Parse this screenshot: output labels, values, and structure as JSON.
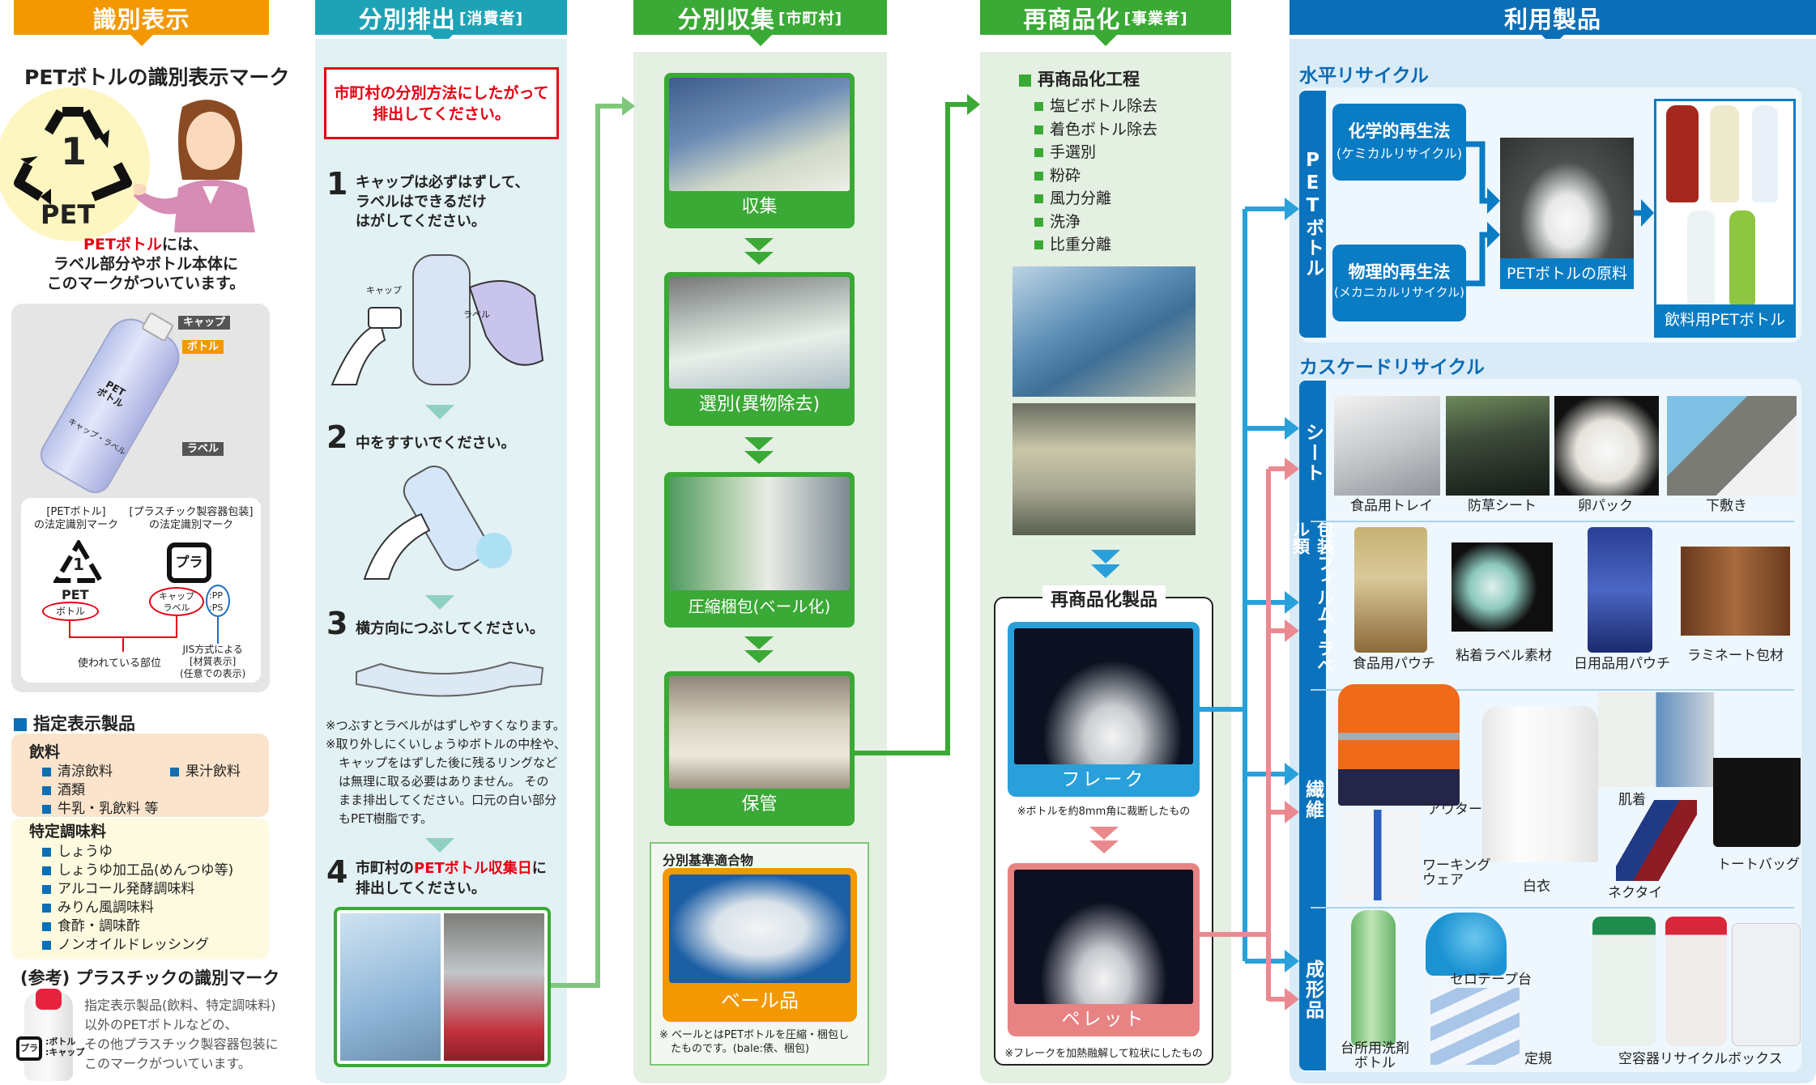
{
  "headers": {
    "col1": "識別表示",
    "col2": "分別排出",
    "col2_sub": "[消費者]",
    "col3": "分別収集",
    "col3_sub": "[市町村]",
    "col4": "再商品化",
    "col4_sub": "[事業者]",
    "col5": "利用製品"
  },
  "colors": {
    "orange": "#f39800",
    "teal": "#1ea3b6",
    "green": "#3aa935",
    "light_green": "#7ec77b",
    "blue": "#0b6fb8",
    "flake_blue": "#29a0da",
    "pellet_pink": "#e88384",
    "red": "#e60012"
  },
  "identification": {
    "title": "PETボトルの識別表示マーク",
    "mark_number": "1",
    "mark_label": "PET",
    "caption_red": "PETボトル",
    "caption_rest": "には、",
    "caption_line2": "ラベル部分やボトル本体に",
    "caption_line3": "このマークがついています。",
    "bottle_tags": {
      "cap": "キャップ",
      "bottle": "ボトル",
      "label": "ラベル"
    },
    "bottle_mark_pet": "PET",
    "bottle_mark_pet_sub": "ボトル",
    "bottle_mark_pla_sub": "キャップ・ラベル",
    "legal_pet_title": "[PETボトル]",
    "legal_pet_sub": "の法定識別マーク",
    "legal_pla_title": "[プラスチック製容器包装]",
    "legal_pla_sub": "の法定識別マーク",
    "pla_glyph": "プラ",
    "pet_oval": "ボトル",
    "pla_oval_1": "キャップ",
    "pla_oval_2": "ラベル",
    "jis_1": ":PP",
    "jis_2": ":PS",
    "used_part": "使われている部位",
    "jis_note_1": "JIS方式による",
    "jis_note_2": "[材質表示]",
    "jis_note_3": "(任意での表示)"
  },
  "designated": {
    "title": "指定表示製品",
    "beverages": {
      "title": "飲料",
      "items": [
        "清涼飲料",
        "果汁飲料",
        "酒類",
        "牛乳・乳飲料 等"
      ]
    },
    "seasonings": {
      "title": "特定調味料",
      "items": [
        "しょうゆ",
        "しょうゆ加工品(めんつゆ等)",
        "アルコール発酵調味料",
        "みりん風調味料",
        "食酢・調味酢",
        "ノンオイルドレッシング"
      ]
    }
  },
  "reference": {
    "title": "(参考) プラスチックの識別マーク",
    "mark_bottle": ":ボトル",
    "mark_cap": ":キャップ",
    "text": [
      "指定表示製品(飲料、特定調味料)",
      "以外のPETボトルなどの、",
      "その他プラスチック製容器包装に",
      "このマークがついています。"
    ]
  },
  "discharge": {
    "notice": [
      "市町村の分別方法にしたがって",
      "排出してください。"
    ],
    "step1": {
      "num": "1",
      "lines": [
        "キャップは必ずはずして、",
        "ラベルはできるだけ",
        "はがしてください。"
      ],
      "illus_cap": "キャップ",
      "illus_label": "ラベル"
    },
    "step2": {
      "num": "2",
      "text": "中をすすいでください。"
    },
    "step3": {
      "num": "3",
      "text": "横方向につぶしてください。"
    },
    "notes": [
      "※つぶすとラベルがはずしやすくなります。",
      "※取り外しにくいしょうゆボトルの中栓や、",
      "キャップをはずした後に残るリングなど",
      "は無理に取る必要はありません。 その",
      "まま排出してください。口元の白い部分",
      "もPET樹脂です。"
    ],
    "step4": {
      "num": "4",
      "pre": "市町村の",
      "red": "PETボトル収集日",
      "post": "に",
      "line2": "排出してください。"
    }
  },
  "collection": {
    "steps": [
      "収集",
      "選別(異物除去)",
      "圧縮梱包(ベール化)",
      "保管"
    ],
    "standard_title": "分別基準適合物",
    "bale_label": "ベール品",
    "bale_note": [
      "※ ベールとはPETボトルを圧縮・梱包し",
      "たものです。(bale:俵、梱包)"
    ]
  },
  "recommercialization": {
    "process_title": "再商品化工程",
    "process": [
      "塩ビボトル除去",
      "着色ボトル除去",
      "手選別",
      "粉砕",
      "風力分離",
      "洗浄",
      "比重分離"
    ],
    "products_title": "再商品化製品",
    "flake": "フレーク",
    "flake_note": "※ボトルを約8mm角に裁断したもの",
    "pellet": "ペレット",
    "pellet_note": "※フレークを加熱融解して粒状にしたもの"
  },
  "products": {
    "horizontal_title": "水平リサイクル",
    "pet_bar": "PETボトル",
    "chemical": "化学的再生法",
    "chemical_sub": "(ケミカルリサイクル)",
    "physical": "物理的再生法",
    "physical_sub": "(メカニカルリサイクル)",
    "raw": "PETボトルの原料",
    "drinks": "飲料用PETボトル",
    "cascade_title": "カスケードリサイクル",
    "categories": [
      "シート",
      "包装フィルム・ラベル類",
      "繊維",
      "成形品"
    ],
    "sheet": [
      "食品用トレイ",
      "防草シート",
      "卵パック",
      "下敷き"
    ],
    "packaging": [
      "食品用パウチ",
      "粘着ラベル素材",
      "日用品用パウチ",
      "ラミネート包材"
    ],
    "fiber": [
      "アウター",
      "ワーキング",
      "ウェア",
      "白衣",
      "肌着",
      "ネクタイ",
      "トートバッグ"
    ],
    "molded": [
      "台所用洗剤",
      "ボトル",
      "セロテープ台",
      "定規",
      "空容器リサイクルボックス"
    ]
  }
}
